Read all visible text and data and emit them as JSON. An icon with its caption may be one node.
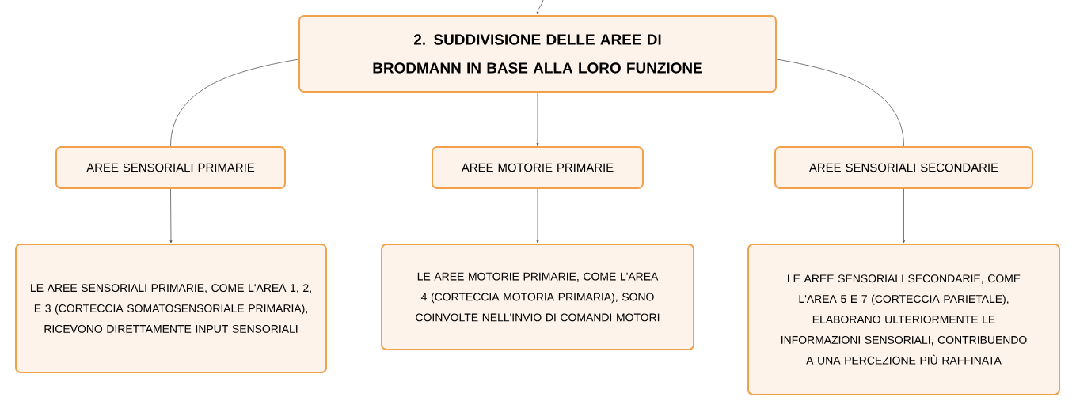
{
  "diagram": {
    "nodes": [
      {
        "text": [
          "2. SUDDIVISIONE DELLE AREE DI BRODMANN IN BASE ALLA LORO FUNZIONE"
        ]
      },
      {
        "text": [
          "AREE SENSORIALI PRIMARIE"
        ]
      },
      {
        "text": [
          "AREE MOTORIE PRIMARIE"
        ]
      },
      {
        "text": [
          "AREE SENSORIALI SECONDARIE"
        ]
      },
      {
        "text": [
          "LE AREE SENSORIALI PRIMARIE, COME L'AREA 1, 2, E 3 (CORTECCIA SOMATOSENSORIALE PRIMARIA), RICEVONO DIRETTAMENTE INPUT SENSORIALI"
        ]
      },
      {
        "text": [
          "LE AREE MOTORIE PRIMARIE, COME L'AREA 4 (CORTECCIA MOTORIA PRIMARIA), SONO COINVOLTE NELL'INVIO DI COMANDI MOTORI"
        ]
      },
      {
        "text": [
          "LE AREE SENSORIALI SECONDARIE, COME L'AREA 5 E 7 (CORTECCIA PARIETALE), ELABORANO ULTERIORMENTE LE INFORMAZIONI SENSORIALI, CONTRIBUENDO A UNA PERCEZIONE PIÙ RAFFINATA"
        ]
      }
    ],
    "edges": [
      {
        "from": null,
        "to": 0,
        "arrow": "to"
      },
      {
        "from": 0,
        "to": 1,
        "arrow": "none"
      },
      {
        "from": 0,
        "to": 2,
        "arrow": "to"
      },
      {
        "from": 0,
        "to": 3,
        "arrow": "none"
      },
      {
        "from": 1,
        "to": 4,
        "arrow": "to"
      },
      {
        "from": 2,
        "to": 5,
        "arrow": "to"
      },
      {
        "from": 3,
        "to": 6,
        "arrow": "to"
      }
    ]
  }
}
